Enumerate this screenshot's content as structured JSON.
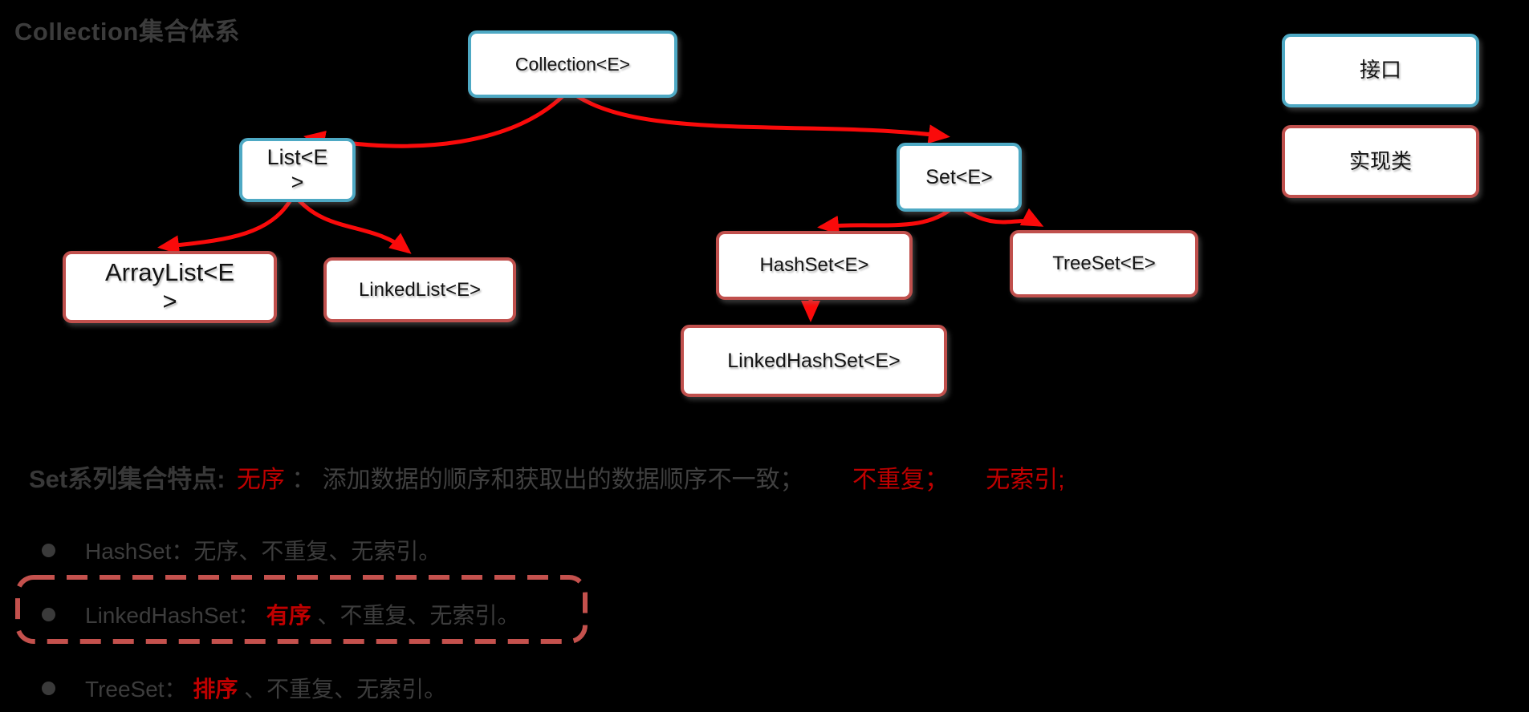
{
  "title": "Collection集合体系",
  "legend": {
    "interface_label": "接口",
    "class_label": "实现类"
  },
  "diagram": {
    "nodes": {
      "collection": {
        "label": "Collection<E>"
      },
      "list": {
        "lines": [
          "List<E",
          ">"
        ]
      },
      "set": {
        "label": "Set<E>"
      },
      "arraylist": {
        "lines": [
          "ArrayList<E",
          ">"
        ]
      },
      "linkedlist": {
        "label": "LinkedList<E>"
      },
      "hashset": {
        "label": "HashSet<E>"
      },
      "treeset": {
        "label": "TreeSet<E>"
      },
      "linkedhashset": {
        "label": "LinkedHashSet<E>"
      }
    }
  },
  "notes": {
    "heading": "Set系列集合特点:",
    "unordered": "无序",
    "colon": "：",
    "desc": "添加数据的顺序和获取出的数据顺序不一致；",
    "no_duplicate": "不重复；",
    "no_index": "无索引;",
    "bullets": [
      {
        "lead": "HashSet：无序、不重复、无索引。",
        "red": "",
        "rest": ""
      },
      {
        "lead": "LinkedHashSet： ",
        "red": "有序",
        "rest": "、不重复、无索引。"
      },
      {
        "lead": "TreeSet： ",
        "red": "排序",
        "rest": "、不重复、无索引。"
      }
    ]
  },
  "colors": {
    "interface_border": "#4EA9C4",
    "class_border": "#C0504D",
    "arrow_red": "#FA0A0A",
    "red_text": "#C00000",
    "body_text": "#3D3D3D",
    "dashed_border": "#C4514D",
    "background": "#000000"
  }
}
